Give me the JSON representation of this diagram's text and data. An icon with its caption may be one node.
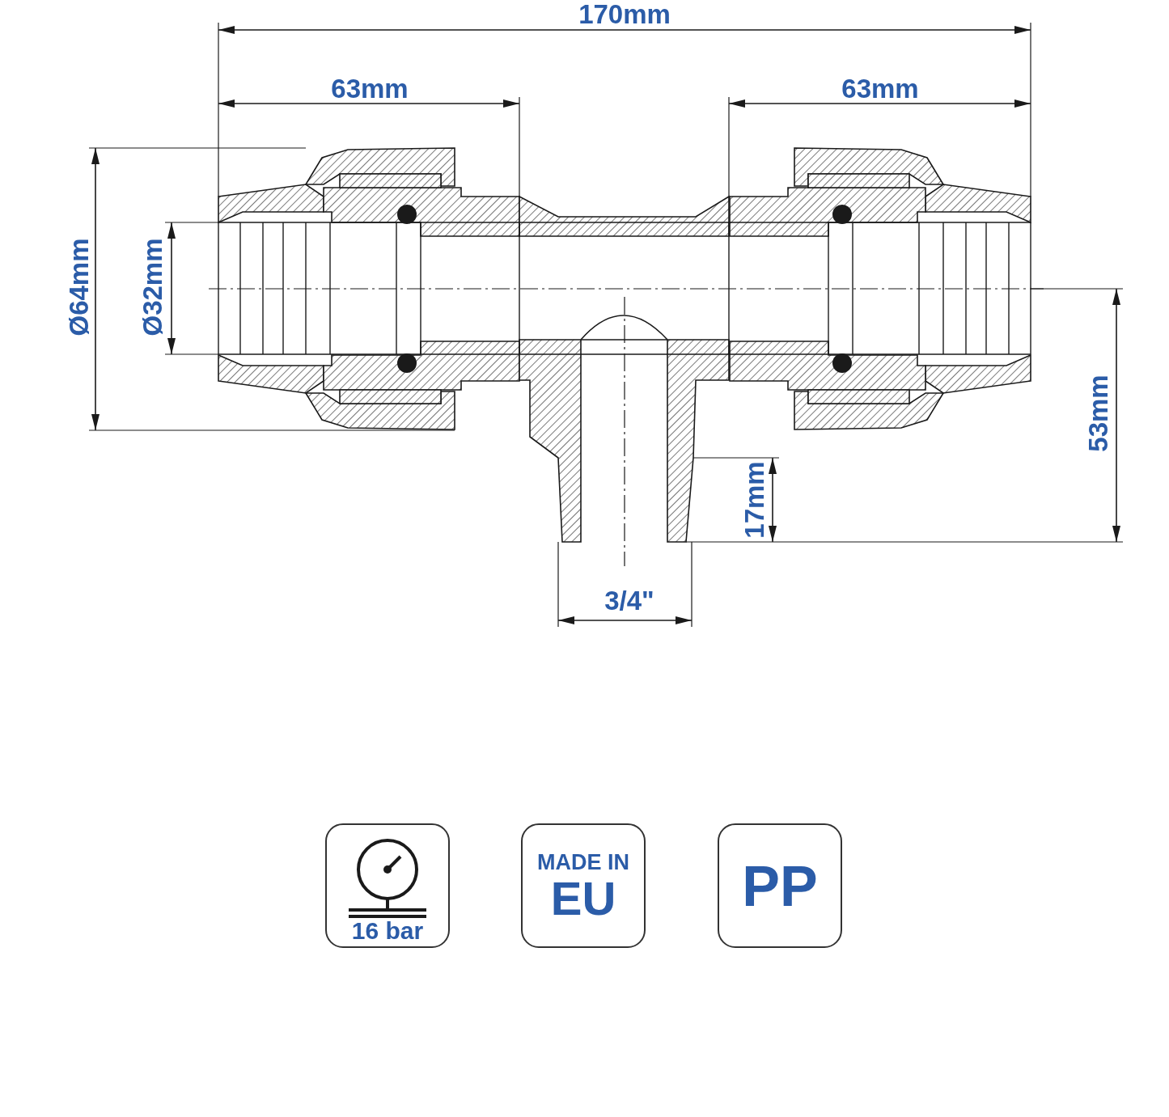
{
  "diagram": {
    "nodes": [
      {
        "text": [
          "16 bar"
        ]
      },
      {
        "text": [
          "MADE IN",
          "EU"
        ]
      },
      {
        "text": [
          "PP"
        ]
      }
    ],
    "labels": [
      "170mm",
      "63mm",
      "63mm",
      "Ø64mm",
      "Ø32mm",
      "53mm",
      "17mm",
      "3/4\""
    ]
  }
}
